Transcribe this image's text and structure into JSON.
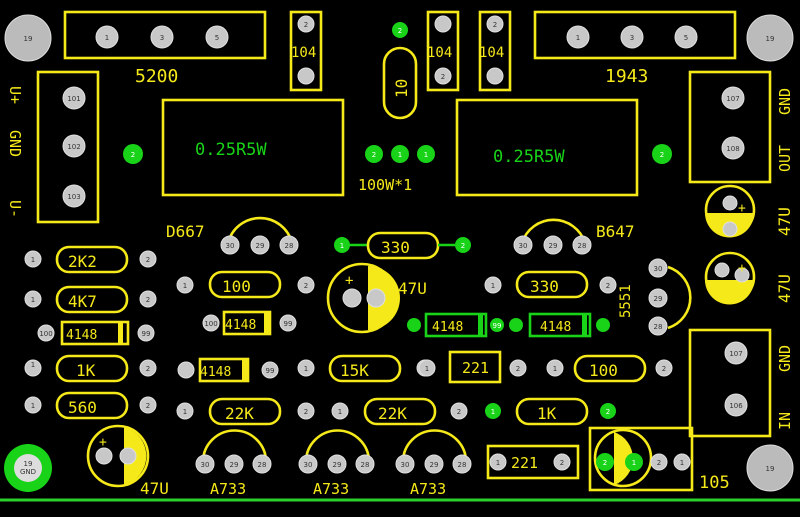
{
  "board": {
    "bg": "#000000",
    "silk": "#f5e91a",
    "green": "#18d318",
    "pad": "#c8c8c8",
    "edge": "#2bd12b"
  },
  "labels": {
    "q1": "5200",
    "q2": "1943",
    "c1": "104",
    "c2": "104",
    "c3": "104",
    "r_big1": "0.25R5W",
    "r_big2": "0.25R5W",
    "r10": "10",
    "r10note": "100W*1",
    "power_vplus": "U+",
    "power_gnd": "GND",
    "power_vminus": "U-",
    "out_gnd": "GND",
    "out_out": "OUT",
    "in_gnd": "GND",
    "in_in": "IN",
    "d667": "D667",
    "b647": "B647",
    "r330a": "330",
    "r2k2": "2K2",
    "r100a": "100",
    "r330b": "330",
    "r4k7": "4K7",
    "c47a": "47U",
    "c47b": "47U",
    "c47c": "47U",
    "c47d": "47U",
    "d1": "4148",
    "d2": "4148",
    "d3": "4148",
    "d4": "4148",
    "d5": "4148",
    "r1k": "1K",
    "r15k": "15K",
    "c221a": "221",
    "r100b": "100",
    "r560": "560",
    "r22ka": "22K",
    "r22kb": "22K",
    "r1kb": "1K",
    "c221b": "221",
    "c105": "105",
    "t1": "A733",
    "t2": "A733",
    "t3": "A733",
    "t5551": "5551"
  },
  "pads": {
    "n1": "1",
    "n2": "2",
    "n3": "3",
    "n5": "5",
    "n19": "19",
    "n28": "28",
    "n29": "29",
    "n30": "30",
    "n99": "99",
    "n100": "100",
    "n101": "101",
    "n102": "102",
    "n103": "103",
    "n106": "106",
    "n107": "107",
    "n108": "108",
    "ngnd": "GND"
  }
}
